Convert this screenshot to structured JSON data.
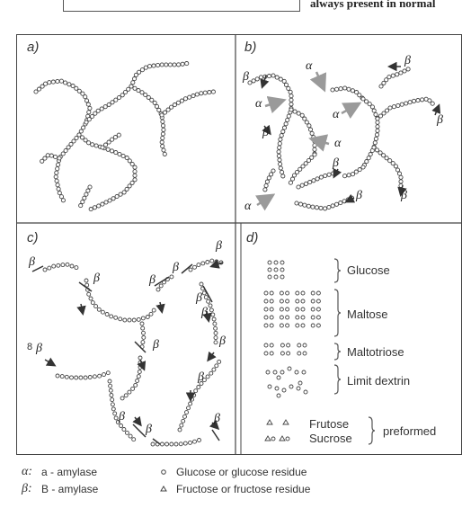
{
  "header": {
    "fragment_text": "always present in normal"
  },
  "panels": {
    "a": "a)",
    "b": "b)",
    "c": "c)",
    "d": "d)"
  },
  "symbols": {
    "alpha": "α",
    "beta": "β",
    "beta_alt": "β",
    "eight": "8"
  },
  "panel_d": {
    "glucose": "Glucose",
    "maltose": "Maltose",
    "maltotriose": "Maltotriose",
    "limit_dextrin": "Limit dextrin",
    "frutose": "Frutose",
    "sucrose": "Sucrose",
    "preformed": "preformed"
  },
  "legend": {
    "alpha_sym": "α:",
    "alpha_text": "a - amylase",
    "beta_sym": "β:",
    "beta_text": "B - amylase",
    "circle_text": "Glucose or glucose residue",
    "triangle_text": "Fructose or fructose residue"
  },
  "colors": {
    "line": "#444",
    "arrow": "#9a9a9a",
    "ink": "#333"
  }
}
